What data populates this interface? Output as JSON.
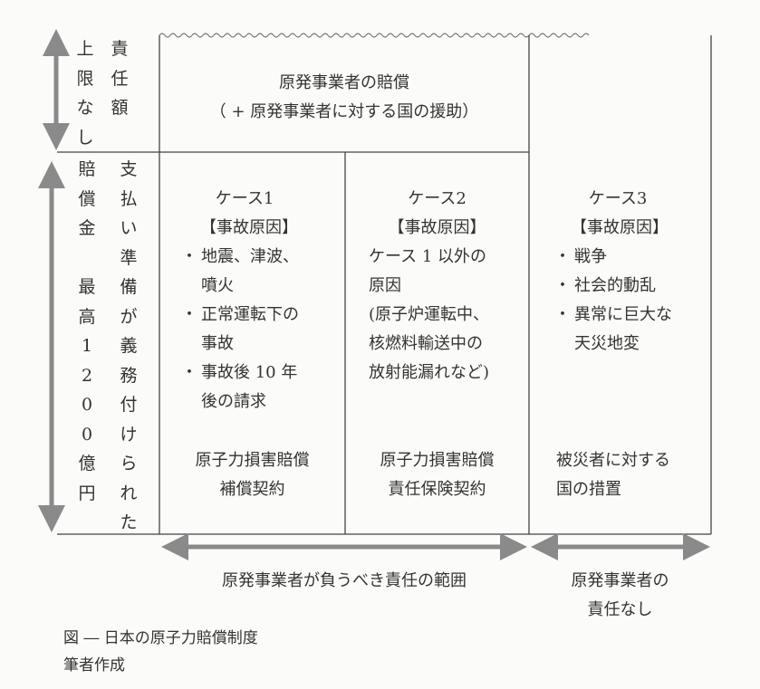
{
  "left": {
    "upper_col1": [
      "上",
      "限",
      "な",
      "し"
    ],
    "upper_col2": [
      "責",
      "任",
      "額"
    ],
    "lower_col1": [
      "賠",
      "償",
      "金",
      "",
      "最",
      "高",
      "1",
      "2",
      "0",
      "0",
      "億",
      "円"
    ],
    "lower_col2": [
      "支",
      "払",
      "い",
      "準",
      "備",
      "が",
      "義",
      "務",
      "付",
      "け",
      "ら",
      "れ",
      "た"
    ]
  },
  "top_block": {
    "line1": "原発事業者の賠償",
    "line2": "（ + 原発事業者に対する国の援助）"
  },
  "case1": {
    "title": "ケース1",
    "cause_label": "【事故原因】",
    "bullets": [
      "地震、津波、\n噴火",
      "正常運転下の\n事故",
      "事故後 10 年\n後の請求"
    ],
    "contract": "原子力損害賠償\n補償契約"
  },
  "case2": {
    "title": "ケース2",
    "cause_label": "【事故原因】",
    "cause_text": "ケース 1 以外の\n原因\n(原子炉運転中、\n核燃料輸送中の\n放射能漏れなど)",
    "contract": "原子力損害賠償\n責任保険契約"
  },
  "case3": {
    "title": "ケース3",
    "cause_label": "【事故原因】",
    "bullets": [
      "戦争",
      "社会的動乱",
      "異常に巨大な\n天災地変"
    ],
    "measure": "被災者に対する\n国の措置"
  },
  "bottom": {
    "left_label": "原発事業者が負うべき責任の範囲",
    "right_label": "原発事業者の\n責任なし"
  },
  "caption": {
    "line1": "図 ― 日本の原子力賠償制度",
    "line2": "筆者作成"
  },
  "colors": {
    "line": "#444444",
    "arrow": "#8a8a8a",
    "text": "#333333"
  }
}
